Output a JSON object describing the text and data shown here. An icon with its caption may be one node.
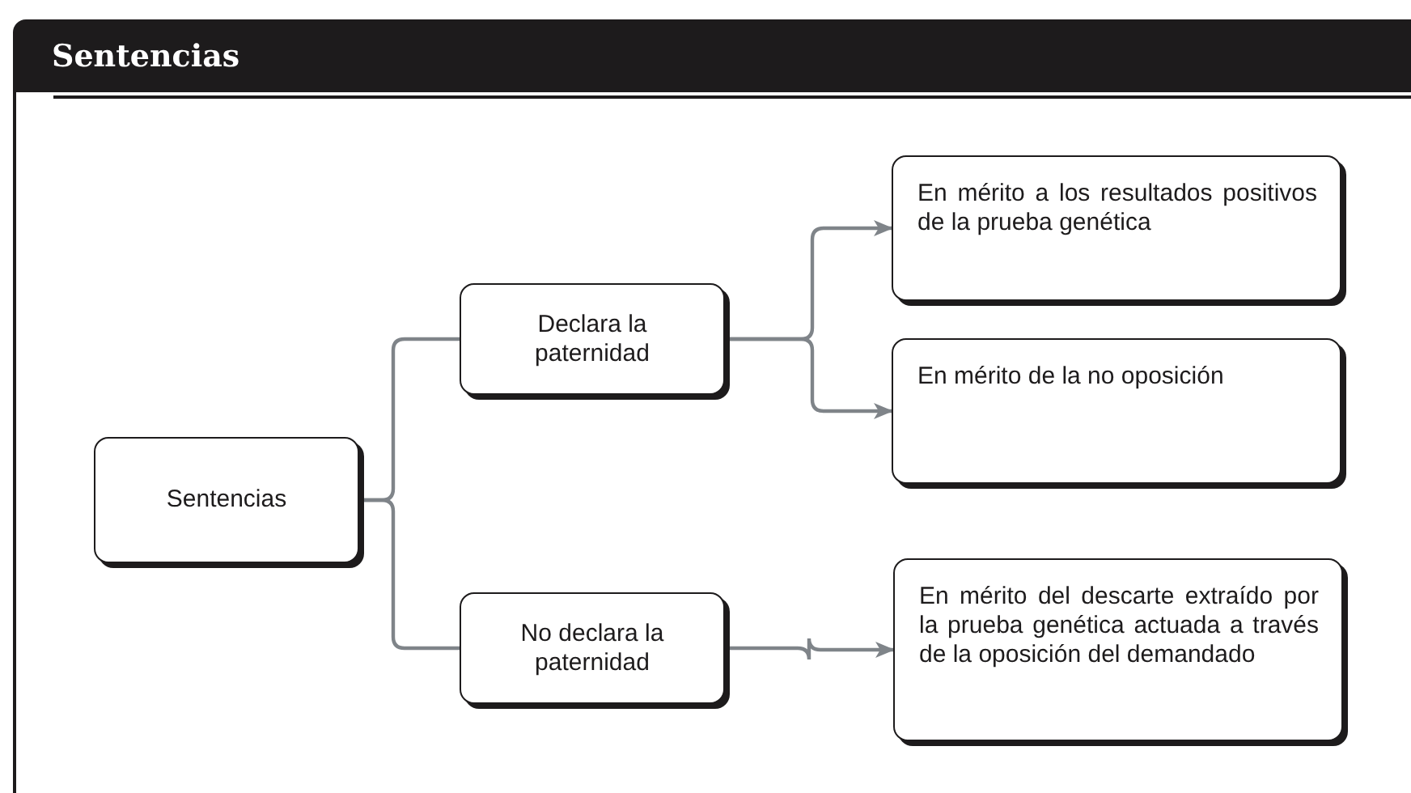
{
  "diagram": {
    "title": "Sentencias",
    "nodes": [
      {
        "text": [
          "Sentencias"
        ]
      },
      {
        "text": [
          "Declara la paternidad"
        ]
      },
      {
        "text": [
          "No declara la paternidad"
        ]
      },
      {
        "text": [
          "En mérito a los resultados positivos de la prueba genética"
        ]
      },
      {
        "text": [
          "En mérito de la no oposición"
        ]
      },
      {
        "text": [
          "En mérito del descarte extraído por la prueba genética actuada a través de la oposición del demandado"
        ]
      }
    ],
    "edges": [
      {
        "from": 0,
        "to": 1,
        "arrow": "none"
      },
      {
        "from": 0,
        "to": 2,
        "arrow": "none"
      },
      {
        "from": 1,
        "to": 3,
        "arrow": "to"
      },
      {
        "from": 1,
        "to": 4,
        "arrow": "to"
      },
      {
        "from": 2,
        "to": 5,
        "arrow": "to"
      }
    ]
  }
}
